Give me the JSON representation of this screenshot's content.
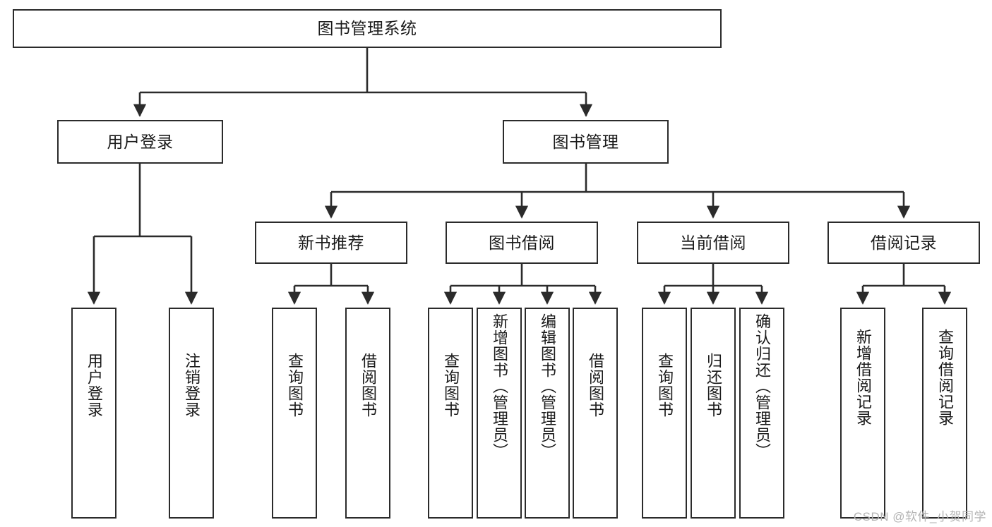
{
  "diagram": {
    "title": "图书管理系统",
    "type": "functional-decomposition-tree",
    "stroke_color": "#2b2b2b",
    "background_color": "#ffffff",
    "text_color": "#1a1a1a"
  },
  "nodes": {
    "root": {
      "label": "图书管理系统"
    },
    "level2": [
      {
        "label": "用户登录"
      },
      {
        "label": "图书管理"
      }
    ],
    "level3": [
      {
        "label": "新书推荐"
      },
      {
        "label": "图书借阅"
      },
      {
        "label": "当前借阅"
      },
      {
        "label": "借阅记录"
      }
    ],
    "leaves": {
      "user_login": [
        {
          "label": "用户登录"
        },
        {
          "label": "注销登录"
        }
      ],
      "new_book_recommend": [
        {
          "label": "查询图书"
        },
        {
          "label": "借阅图书"
        }
      ],
      "book_borrow": [
        {
          "label": "查询图书"
        },
        {
          "label": "新增图书（管理员）"
        },
        {
          "label": "编辑图书（管理员）"
        },
        {
          "label": "借阅图书"
        }
      ],
      "current_borrow": [
        {
          "label": "查询图书"
        },
        {
          "label": "归还图书"
        },
        {
          "label": "确认归还（管理员）"
        }
      ],
      "borrow_record": [
        {
          "label": "新增借阅记录"
        },
        {
          "label": "查询借阅记录"
        }
      ]
    }
  },
  "watermark": {
    "text": "CSDN @软件_小贺同学"
  }
}
